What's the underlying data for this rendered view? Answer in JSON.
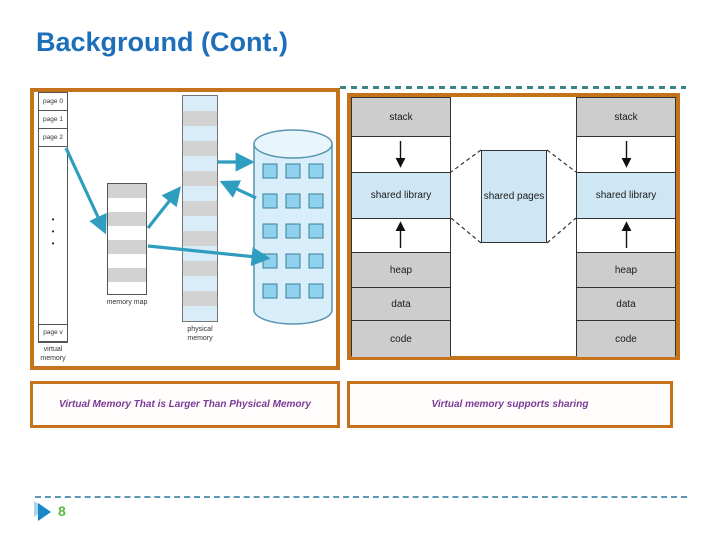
{
  "slide": {
    "title": "Background (Cont.)",
    "page_number": "8"
  },
  "left_diagram": {
    "caption": "Virtual Memory That is Larger Than Physical Memory",
    "page_labels": [
      "page 0",
      "page 1",
      "page 2"
    ],
    "last_page_label": "page v",
    "ellipsis": "•\n•\n•",
    "virtual_memory_label": "virtual memory",
    "memory_map_label": "memory map",
    "physical_memory_label": "physical memory"
  },
  "right_diagram": {
    "caption": "Virtual memory supports sharing",
    "shared_pages_label": "shared pages",
    "left_process_cells": [
      "stack",
      "shared library",
      "heap",
      "data",
      "code"
    ],
    "right_process_cells": [
      "stack",
      "shared library",
      "heap",
      "data",
      "code"
    ]
  },
  "colors": {
    "accent_border": "#c4731c",
    "title_blue": "#1e6fba",
    "caption_purple": "#7b3a96",
    "page_number_green": "#5cb845",
    "cell_gray": "#cdcdcd",
    "cell_blue": "#cfe7f4",
    "arrow_teal": "#2f9dbf"
  }
}
